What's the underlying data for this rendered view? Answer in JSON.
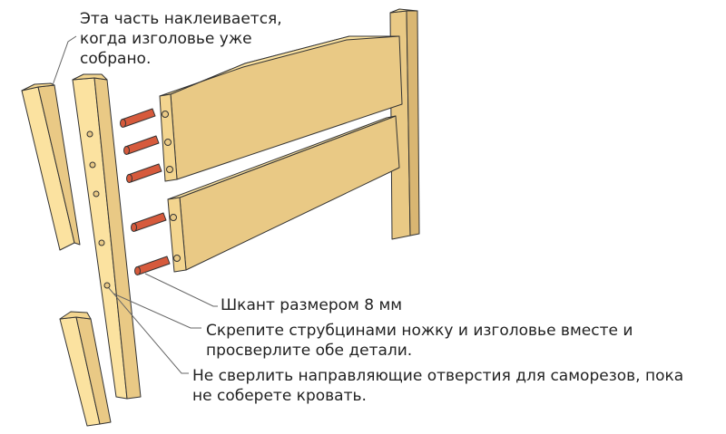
{
  "annotations": {
    "glued_part": [
      "Эта часть наклеивается,",
      "когда изголовье уже",
      "собрано."
    ],
    "dowel": "Шкант размером 8 мм",
    "clamp": [
      "Скрепите струбцинами ножку и изголовье вместе и",
      "просверлите обе детали."
    ],
    "no_drill": [
      "Не сверлить направляющие отверстия для саморезов, пока",
      "не соберете кровать."
    ]
  },
  "colors": {
    "wood": "#E9C985",
    "wood_light": "#FBE2A0",
    "dowel": "#D65A3C",
    "edge": "#333333"
  }
}
